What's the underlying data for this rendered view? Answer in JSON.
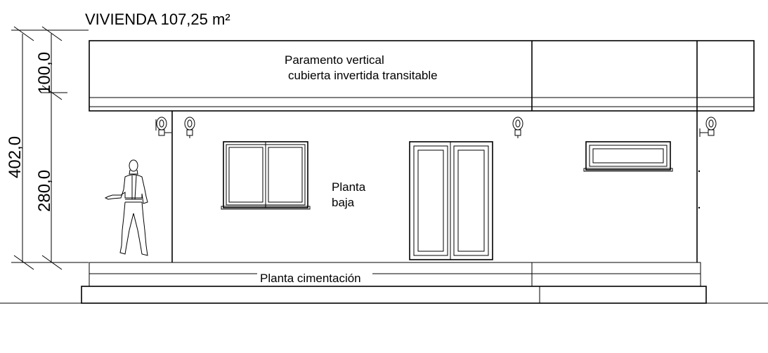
{
  "title": "VIVIENDA 107,25 m²",
  "labels": {
    "roof_line1": "Paramento vertical",
    "roof_line2": "cubierta  invertida transitable",
    "floor_line1": "Planta",
    "floor_line2": "baja",
    "foundation": "Planta cimentación"
  },
  "dimensions": {
    "total": "402,0",
    "parapet": "100,0",
    "floor_height": "280,0"
  }
}
